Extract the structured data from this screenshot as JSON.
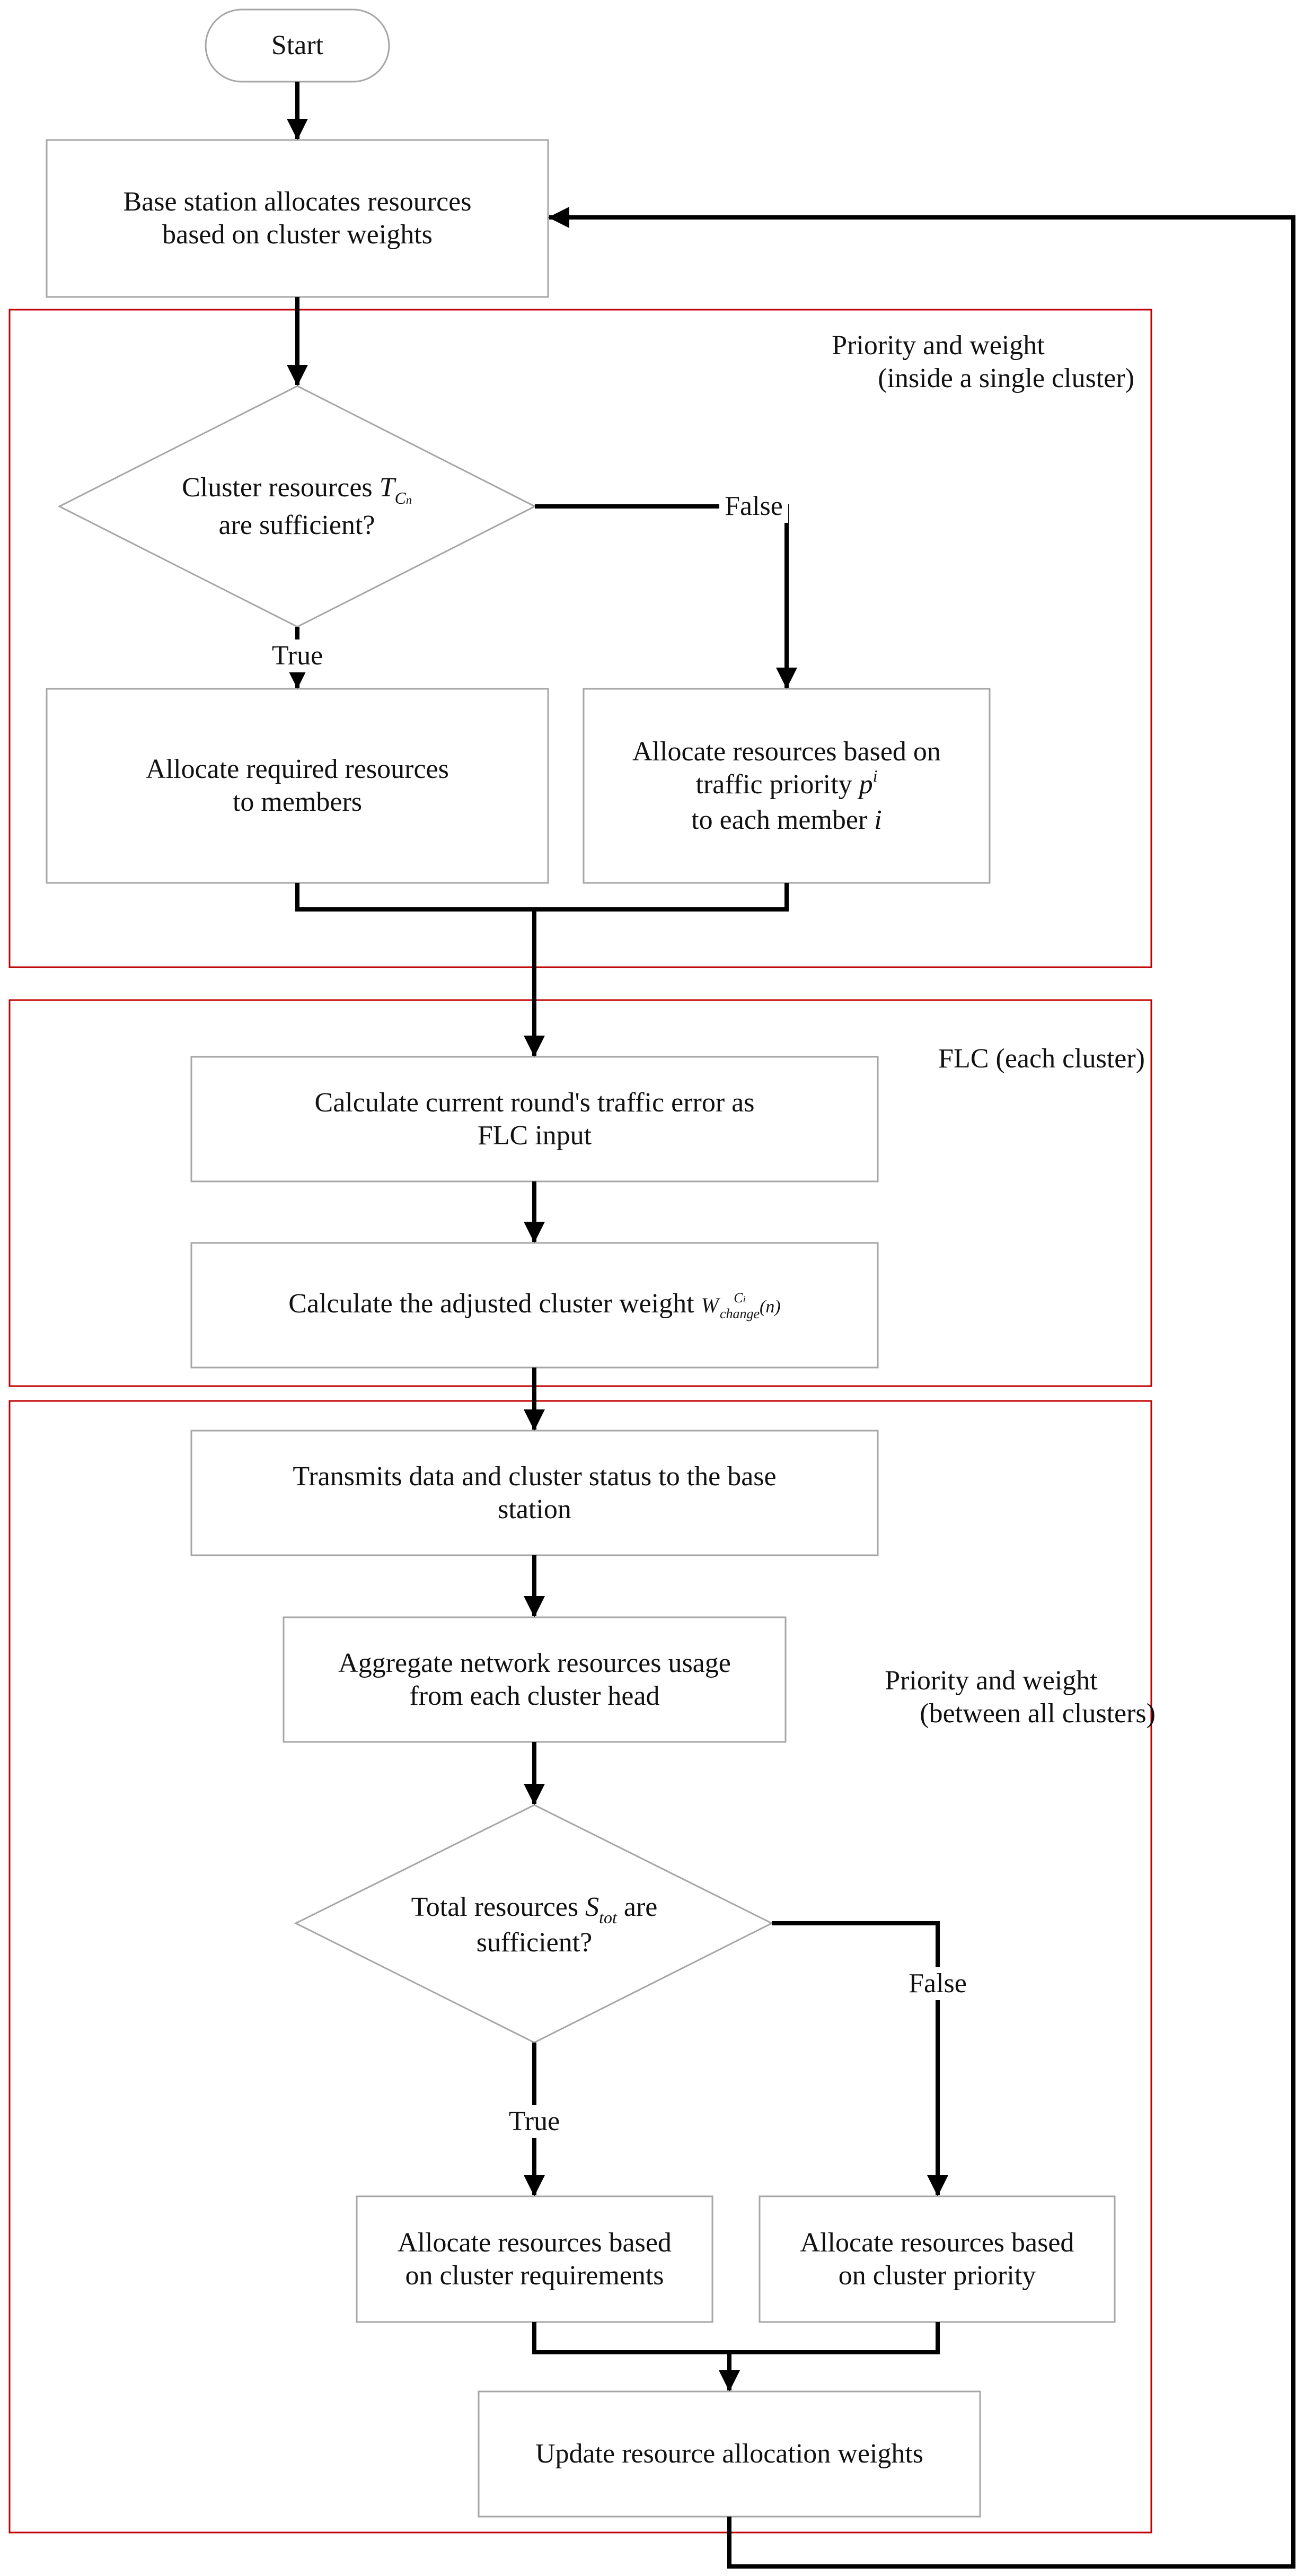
{
  "flowchart": {
    "start": "Start",
    "base_station": [
      "Base station allocates resources",
      "based on cluster weights"
    ],
    "sections": {
      "single_cluster": [
        "Priority and weight",
        "(inside a single cluster)"
      ],
      "flc": [
        "FLC (each cluster)"
      ],
      "all_clusters": [
        "Priority and weight",
        "(between all clusters)"
      ]
    },
    "decision_cluster": {
      "line1_prefix": "Cluster resources ",
      "symbol": "T",
      "symbol_sub": "C",
      "symbol_sub2": "n",
      "line2": "are sufficient?"
    },
    "edge_labels": {
      "false_1": "False",
      "true_1": "True",
      "false_2": "False",
      "true_2": "True"
    },
    "allocate_required": [
      "Allocate required resources",
      "to members"
    ],
    "allocate_priority": {
      "line1": "Allocate resources based on",
      "line2_prefix": "traffic priority ",
      "symbol": "p",
      "symbol_sup": "i",
      "line3_prefix": "to each member ",
      "symbol2": "i"
    },
    "traffic_error": [
      "Calculate current round's traffic error as",
      "FLC input"
    ],
    "adjusted_weight": {
      "text": "Calculate the adjusted cluster weight ",
      "symbol": "W",
      "symbol_sup": "C",
      "symbol_sup_sub": "i",
      "symbol_sub": "change",
      "arg": "(n)"
    },
    "transmit": [
      "Transmits data and cluster status to the base",
      "station"
    ],
    "aggregate": [
      "Aggregate network resources usage",
      "from each cluster head"
    ],
    "decision_total": {
      "line1_prefix": "Total resources ",
      "symbol": "S",
      "symbol_sub": "tot",
      "line1_suffix": " are",
      "line2": "sufficient?"
    },
    "alloc_requirements": [
      "Allocate resources based",
      "on cluster requirements"
    ],
    "alloc_priority": [
      "Allocate resources based",
      "on cluster priority"
    ],
    "update": [
      "Update resource allocation weights"
    ]
  },
  "colors": {
    "node_border": "#a6a6a6",
    "section_border": "#c00000",
    "arrow": "#000000",
    "text": "#111111"
  }
}
